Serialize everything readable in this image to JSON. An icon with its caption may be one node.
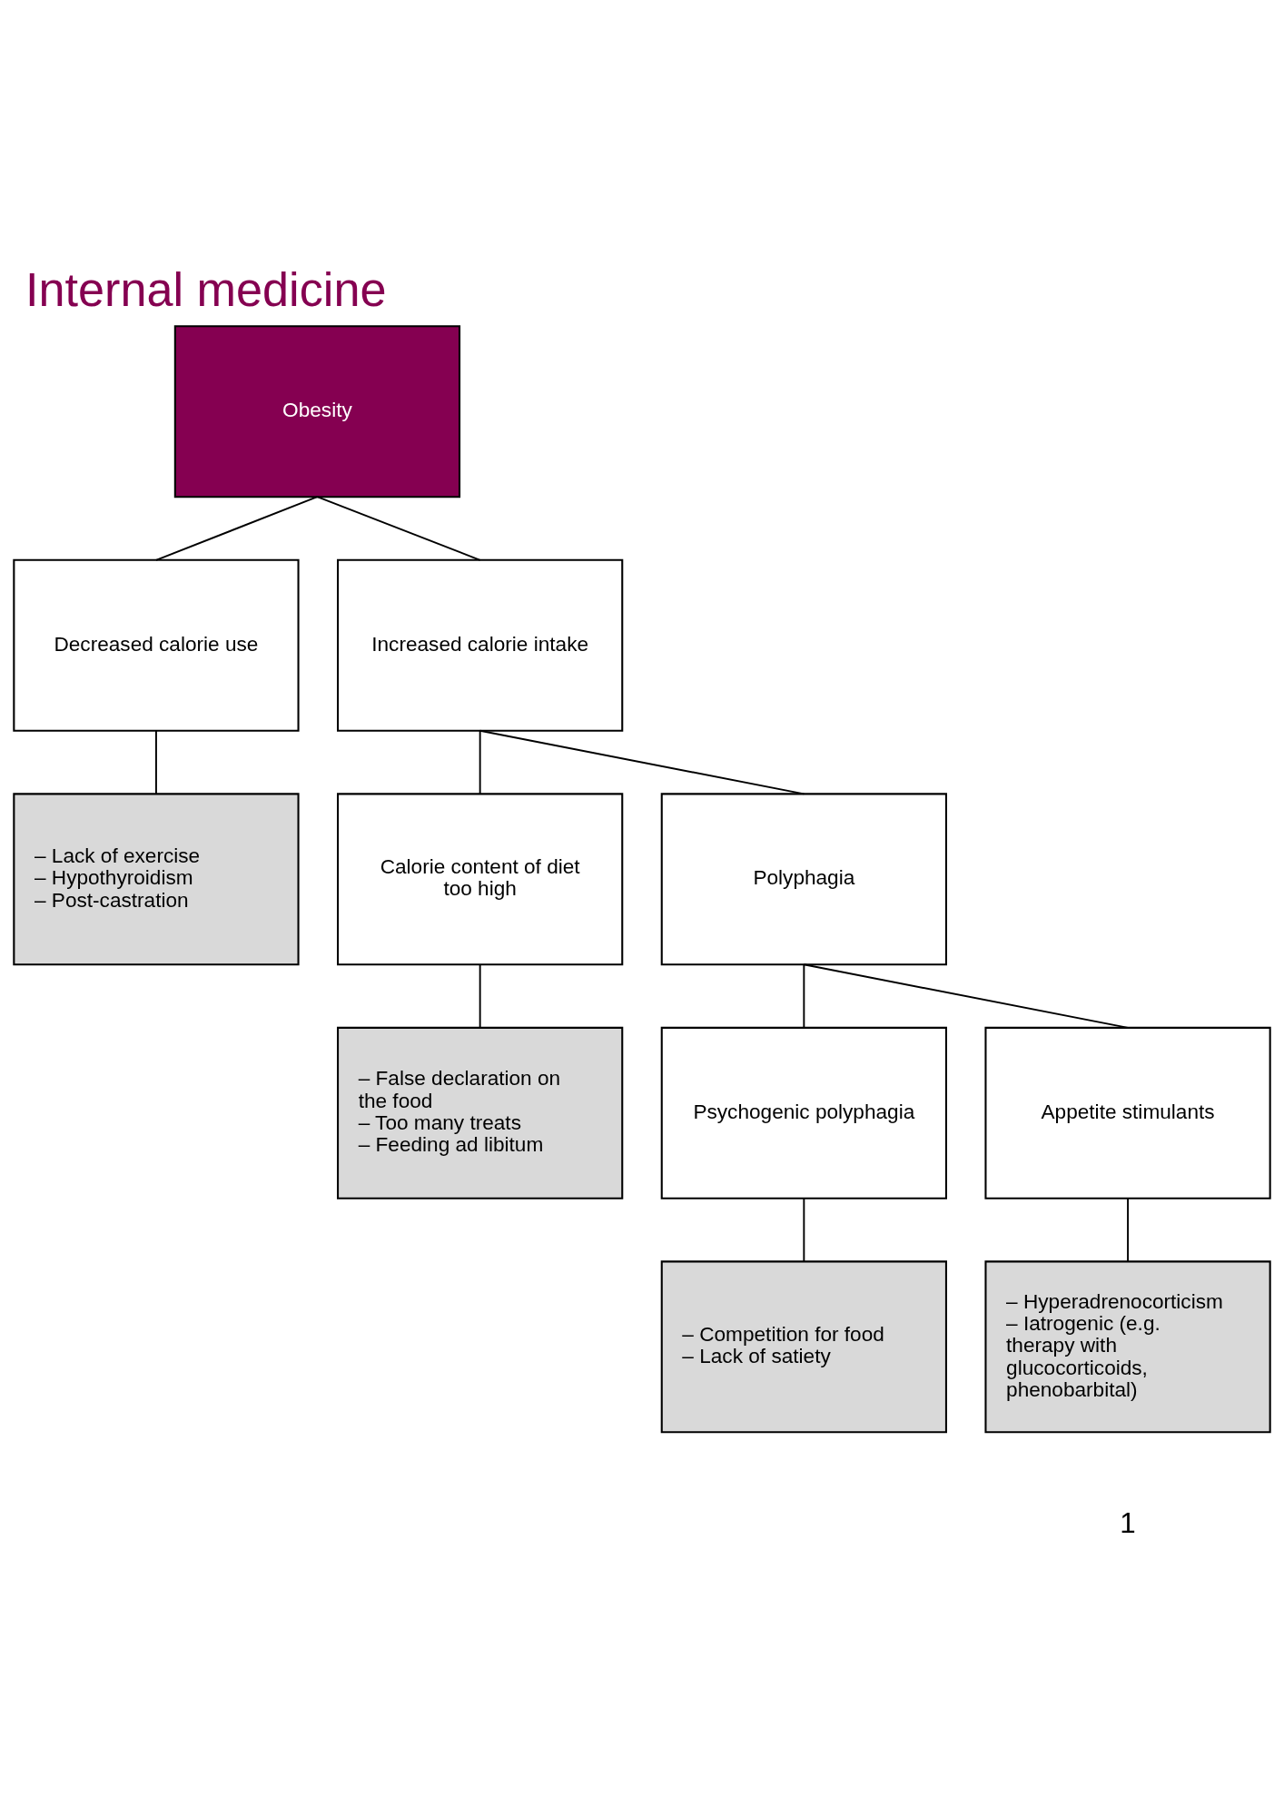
{
  "diagram": {
    "title": "Internal medicine",
    "nodes": [
      {
        "text": [
          "Obesity"
        ]
      },
      {
        "text": [
          "Decreased calorie use"
        ]
      },
      {
        "text": [
          "Increased calorie intake"
        ]
      },
      {
        "text": [
          "– Lack of exercise",
          "– Hypothyroidism",
          "– Post-castration"
        ]
      },
      {
        "text": [
          "Calorie content of diet too high"
        ]
      },
      {
        "text": [
          "Polyphagia"
        ]
      },
      {
        "text": [
          "– False declaration on the food",
          "– Too many treats",
          "– Feeding ad libitum"
        ]
      },
      {
        "text": [
          "Psychogenic polyphagia"
        ]
      },
      {
        "text": [
          "Appetite stimulants"
        ]
      },
      {
        "text": [
          "– Competition for food",
          "– Lack of satiety"
        ]
      },
      {
        "text": [
          "– Hyperadrenocorticism",
          "– Iatrogenic (e.g. therapy with glucocorticoids, phenobarbital)"
        ]
      }
    ],
    "edges": [
      {
        "from": 0,
        "to": 1,
        "arrow": "none"
      },
      {
        "from": 0,
        "to": 2,
        "arrow": "none"
      },
      {
        "from": 1,
        "to": 3,
        "arrow": "none"
      },
      {
        "from": 2,
        "to": 4,
        "arrow": "none"
      },
      {
        "from": 2,
        "to": 5,
        "arrow": "none"
      },
      {
        "from": 4,
        "to": 6,
        "arrow": "none"
      },
      {
        "from": 5,
        "to": 7,
        "arrow": "none"
      },
      {
        "from": 5,
        "to": 8,
        "arrow": "none"
      },
      {
        "from": 7,
        "to": 9,
        "arrow": "none"
      },
      {
        "from": 8,
        "to": 10,
        "arrow": "none"
      }
    ],
    "labels": [
      "1"
    ]
  }
}
